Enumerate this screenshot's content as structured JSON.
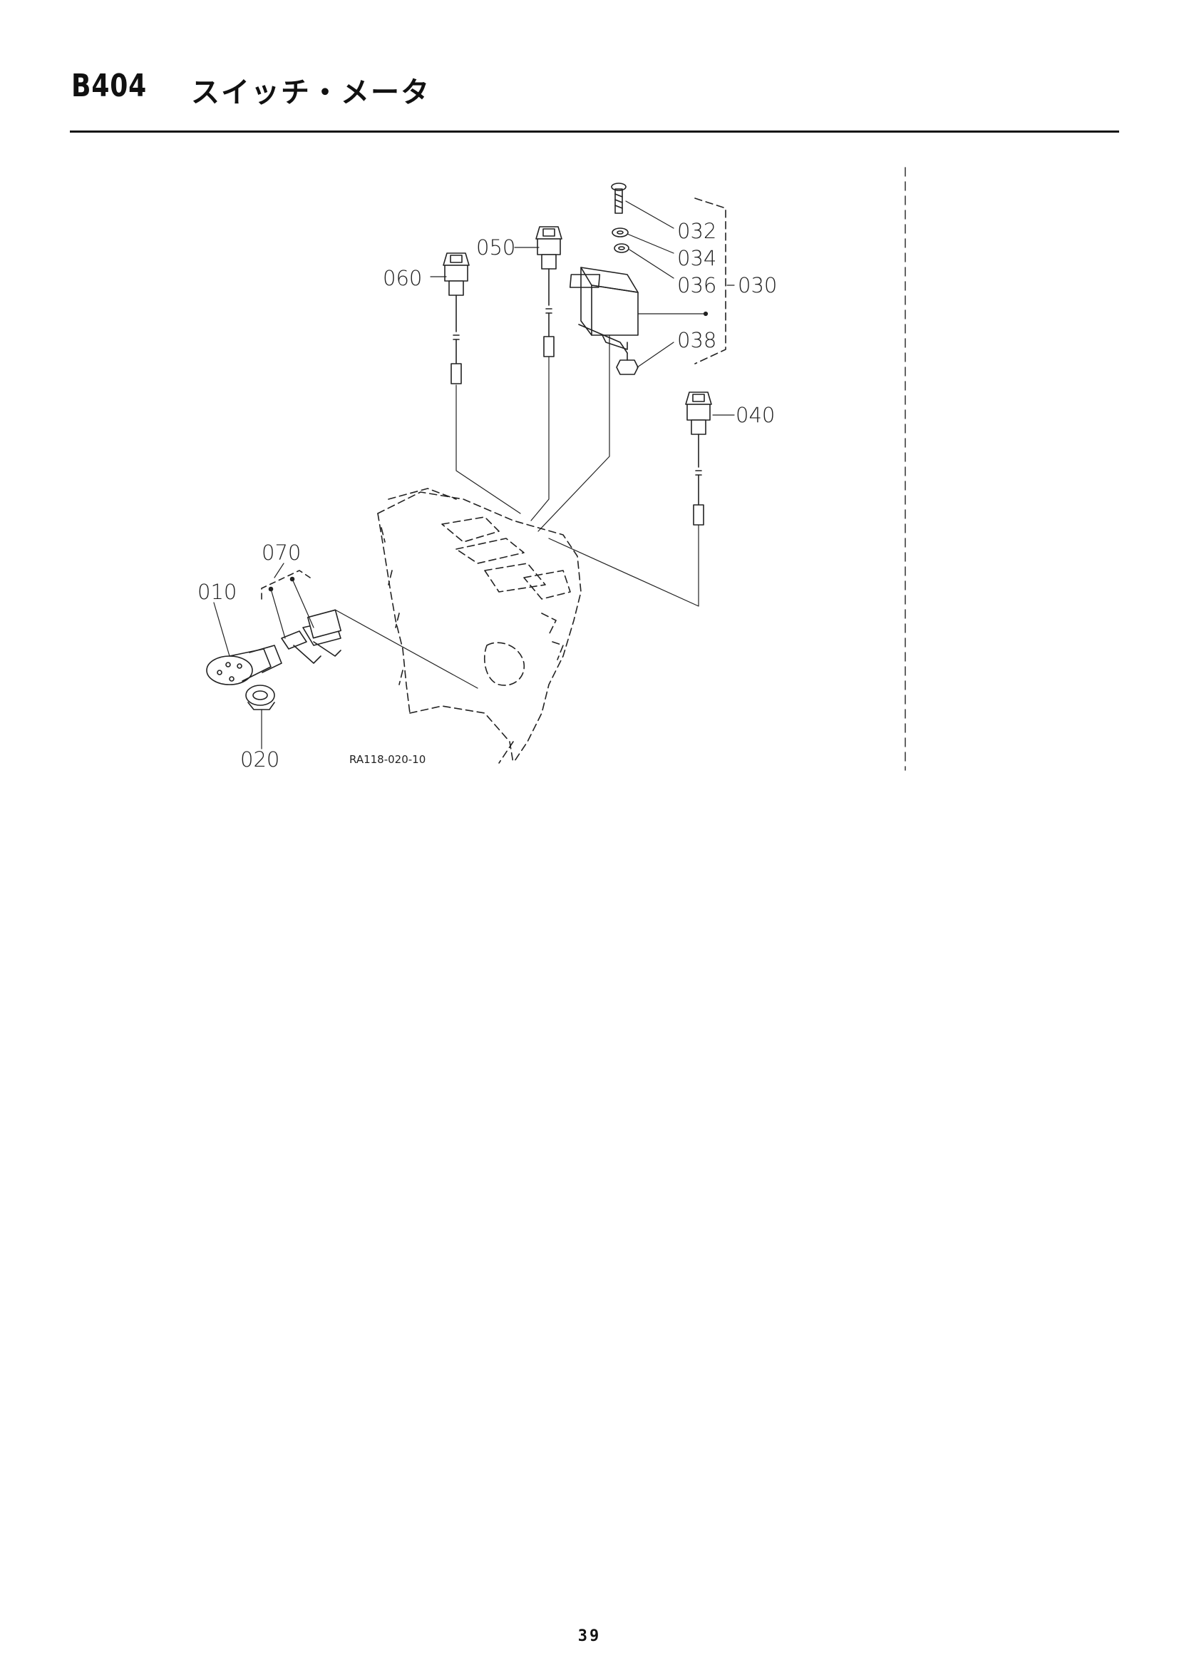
{
  "header": {
    "section_code": "B404",
    "section_title": "スイッチ・メータ"
  },
  "diagram": {
    "callouts": {
      "p010": "010",
      "p020": "020",
      "p030": "030",
      "p032": "032",
      "p034": "034",
      "p036": "036",
      "p038": "038",
      "p040": "040",
      "p050": "050",
      "p060": "060",
      "p070": "070"
    },
    "reference_code": "RA118-020-10"
  },
  "footer": {
    "page_number": "39"
  }
}
